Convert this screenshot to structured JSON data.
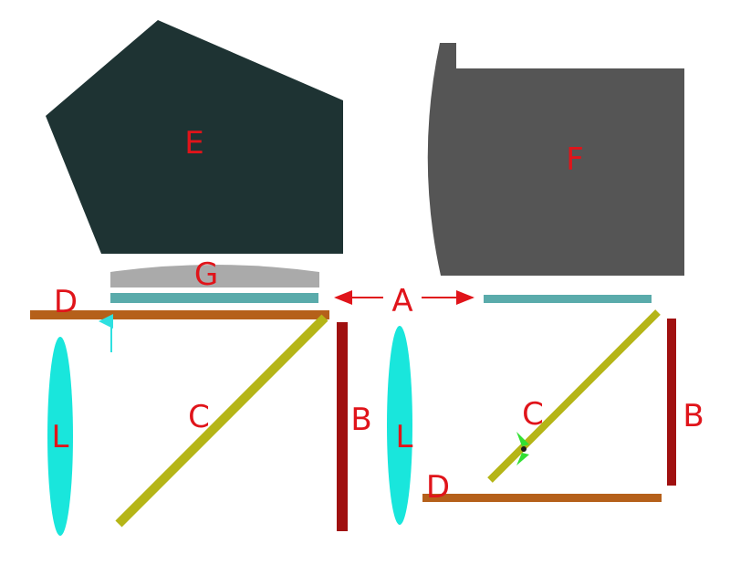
{
  "labels": {
    "e": "E",
    "f": "F",
    "g": "G",
    "a": "A",
    "d_left": "D",
    "d_right": "D",
    "c_left": "C",
    "c_right": "C",
    "b_left": "B",
    "b_right": "B",
    "l_left": "L",
    "l_right": "L"
  },
  "colors": {
    "shape_e": "#1e3333",
    "shape_f": "#555555",
    "shape_g": "#aaaaaa",
    "teal_plate": "#5aabab",
    "rod_d": "#b5601a",
    "rod_c": "#b5b517",
    "rod_b": "#a01010",
    "lens_l": "#19e6dc",
    "label": "#e0141a",
    "arrow": "#e0141a",
    "small_arrow": "#2ee0e0",
    "marker": "#33e033"
  }
}
